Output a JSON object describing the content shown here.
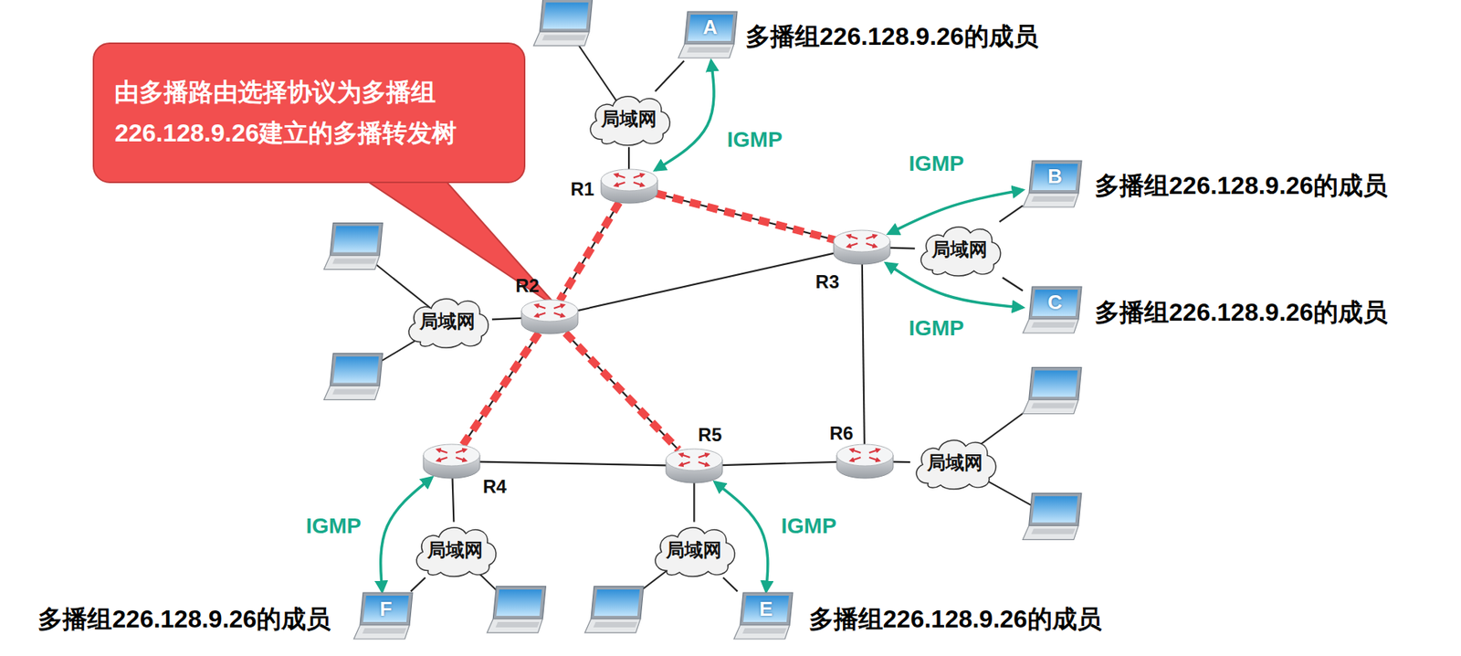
{
  "diagram": {
    "nodes": [
      {
        "text": [
          "A"
        ]
      },
      {
        "text": [
          "局域网"
        ]
      },
      {
        "text": [
          "R1"
        ]
      },
      {
        "text": [
          "由多播路由选择协议为多播组 226.128.9.26建立的多播转发树"
        ]
      },
      {
        "text": [
          "B"
        ]
      },
      {
        "text": [
          "局域网"
        ]
      },
      {
        "text": [
          "R3"
        ]
      },
      {
        "text": [
          "R2"
        ]
      },
      {
        "text": [
          "局域网"
        ]
      },
      {
        "text": [
          "C"
        ]
      },
      {
        "text": [
          "R6"
        ]
      },
      {
        "text": [
          "局域网"
        ]
      },
      {
        "text": [
          "R4"
        ]
      },
      {
        "text": [
          "R5"
        ]
      },
      {
        "text": [
          "局域网"
        ]
      },
      {
        "text": [
          "局域网"
        ]
      },
      {
        "text": [
          "F"
        ]
      },
      {
        "text": [
          "E"
        ]
      }
    ],
    "edges": [
      {
        "from": 0,
        "to": 1,
        "arrow": "none"
      },
      {
        "from": 1,
        "to": 2,
        "arrow": "none"
      },
      {
        "from": 2,
        "to": 7,
        "arrow": "none"
      },
      {
        "from": 2,
        "to": 6,
        "arrow": "none"
      },
      {
        "from": 7,
        "to": 6,
        "arrow": "none"
      },
      {
        "from": 7,
        "to": 8,
        "arrow": "none"
      },
      {
        "from": 6,
        "to": 5,
        "arrow": "none"
      },
      {
        "from": 5,
        "to": 4,
        "arrow": "none"
      },
      {
        "from": 5,
        "to": 9,
        "arrow": "none"
      },
      {
        "from": 6,
        "to": 10,
        "arrow": "none"
      },
      {
        "from": 10,
        "to": 11,
        "arrow": "none"
      },
      {
        "from": 7,
        "to": 12,
        "arrow": "none"
      },
      {
        "from": 7,
        "to": 13,
        "arrow": "none"
      },
      {
        "from": 12,
        "to": 13,
        "arrow": "none"
      },
      {
        "from": 13,
        "to": 10,
        "arrow": "none"
      },
      {
        "from": 12,
        "to": 14,
        "arrow": "none"
      },
      {
        "from": 13,
        "to": 15,
        "arrow": "none"
      },
      {
        "from": 14,
        "to": 16,
        "arrow": "none"
      },
      {
        "from": 15,
        "to": 17,
        "arrow": "none"
      },
      {
        "from": 0,
        "to": 2,
        "label": "IGMP",
        "arrow": "both"
      },
      {
        "from": 4,
        "to": 6,
        "label": "IGMP",
        "arrow": "both"
      },
      {
        "from": 9,
        "to": 6,
        "label": "IGMP",
        "arrow": "both"
      },
      {
        "from": 16,
        "to": 12,
        "label": "IGMP",
        "arrow": "both"
      },
      {
        "from": 17,
        "to": 13,
        "label": "IGMP",
        "arrow": "both"
      },
      {
        "from": 2,
        "to": 6,
        "arrow": "none"
      },
      {
        "from": 2,
        "to": 7,
        "arrow": "none"
      },
      {
        "from": 7,
        "to": 12,
        "arrow": "none"
      },
      {
        "from": 7,
        "to": 13,
        "arrow": "none"
      }
    ],
    "labels": [
      "多播组226.128.9.26的成员",
      "多播组226.128.9.26的成员",
      "多播组226.128.9.26的成员",
      "多播组226.128.9.26的成员",
      "多播组226.128.9.26的成员"
    ]
  }
}
